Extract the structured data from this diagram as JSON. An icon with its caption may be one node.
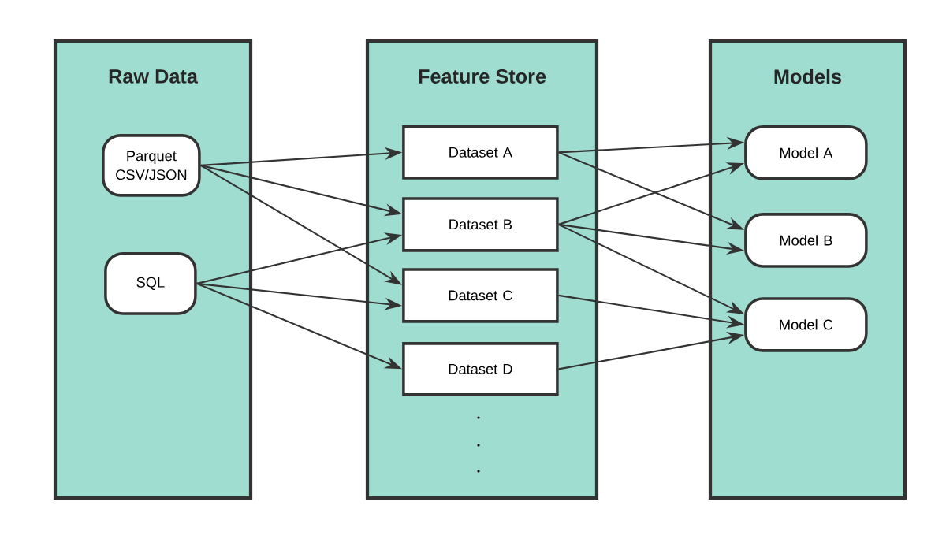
{
  "diagram": {
    "nodes": [
      {
        "text": [
          "Raw Data"
        ]
      },
      {
        "text": [
          "Feature Store"
        ]
      },
      {
        "text": [
          "Models"
        ]
      },
      {
        "text": [
          "Parquet CSV/JSON"
        ],
        "in": 0
      },
      {
        "text": [
          "SQL"
        ],
        "in": 0
      },
      {
        "text": [
          "Dataset A"
        ],
        "in": 1
      },
      {
        "text": [
          "Dataset B"
        ],
        "in": 1
      },
      {
        "text": [
          "Dataset C"
        ],
        "in": 1
      },
      {
        "text": [
          "Dataset D"
        ],
        "in": 1
      },
      {
        "text": [
          "Model A"
        ],
        "in": 2
      },
      {
        "text": [
          "Model B"
        ],
        "in": 2
      },
      {
        "text": [
          "Model C"
        ],
        "in": 2
      }
    ],
    "edges": [
      {
        "from": 3,
        "to": 5,
        "arrow": "to"
      },
      {
        "from": 3,
        "to": 6,
        "arrow": "to"
      },
      {
        "from": 3,
        "to": 7,
        "arrow": "to"
      },
      {
        "from": 4,
        "to": 6,
        "arrow": "to"
      },
      {
        "from": 4,
        "to": 7,
        "arrow": "to"
      },
      {
        "from": 4,
        "to": 8,
        "arrow": "to"
      },
      {
        "from": 5,
        "to": 9,
        "arrow": "to"
      },
      {
        "from": 5,
        "to": 10,
        "arrow": "to"
      },
      {
        "from": 6,
        "to": 9,
        "arrow": "to"
      },
      {
        "from": 6,
        "to": 10,
        "arrow": "to"
      },
      {
        "from": 6,
        "to": 11,
        "arrow": "to"
      },
      {
        "from": 7,
        "to": 11,
        "arrow": "to"
      },
      {
        "from": 8,
        "to": 11,
        "arrow": "to"
      }
    ]
  }
}
